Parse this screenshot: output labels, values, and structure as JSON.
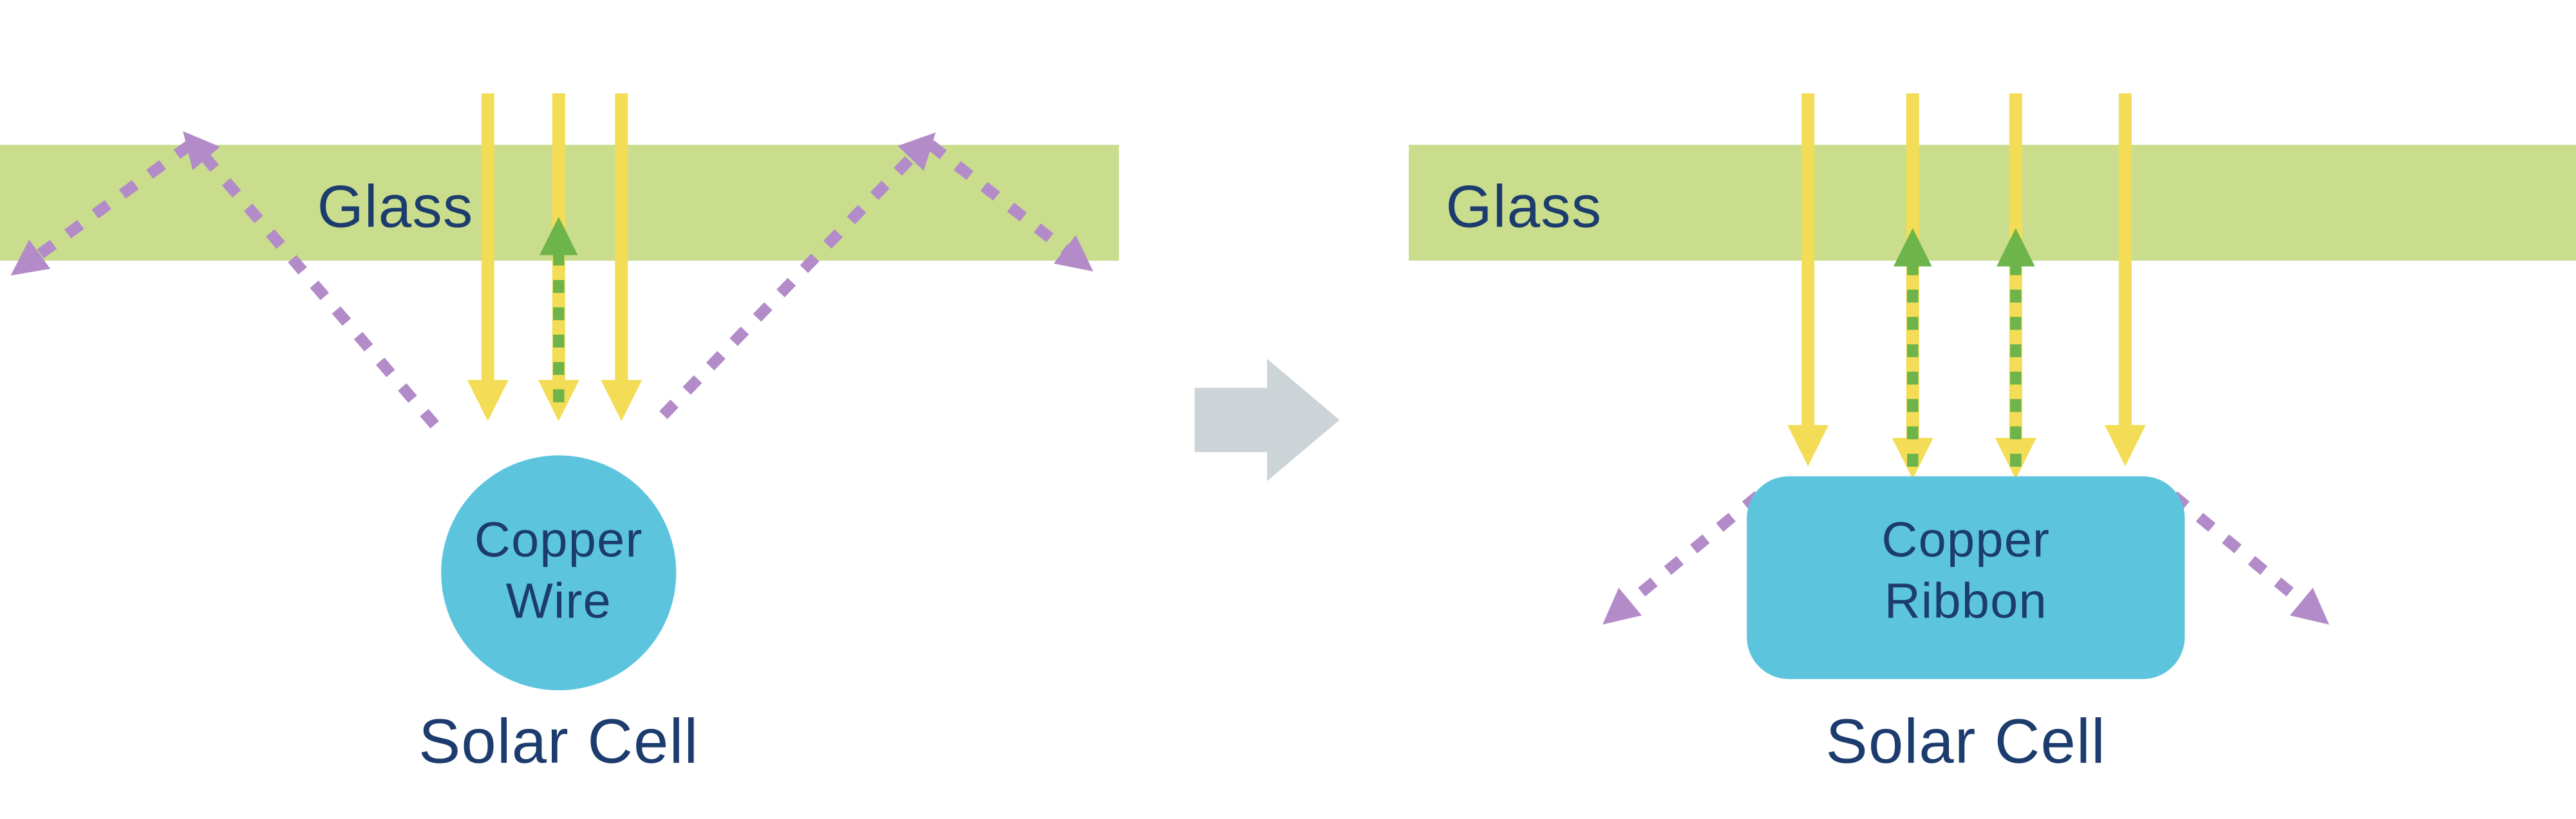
{
  "colors": {
    "glass_green": "#c9dd8d",
    "text_navy": "#1c3c6e",
    "sunlight_yellow": "#f3dd56",
    "reflected_green": "#6db44a",
    "scattered_purple": "#b28bc8",
    "copper_blue": "#5cc5dd",
    "transition_gray": "#ccd4d7"
  },
  "left_panel": {
    "glass_label": "Glass",
    "component_name_line1": "Copper",
    "component_name_line2": "Wire",
    "caption": "Solar Cell"
  },
  "right_panel": {
    "glass_label": "Glass",
    "component_name_line1": "Copper",
    "component_name_line2": "Ribbon",
    "caption": "Solar Cell"
  }
}
